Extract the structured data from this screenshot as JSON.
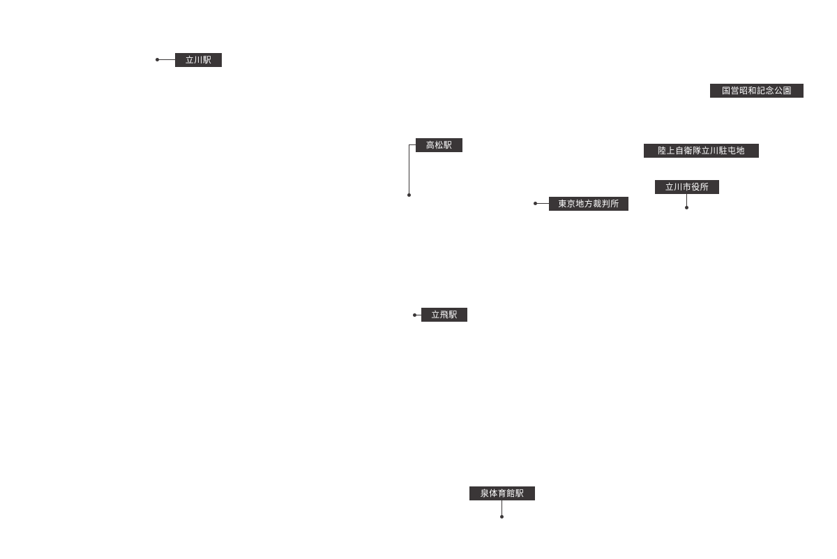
{
  "map": {
    "labels": {
      "tachikawa_station": "立川駅",
      "showa_kinen_park": "国営昭和記念公園",
      "takamatsu_station": "高松駅",
      "jsdf_tachikawa_camp": "陸上自衛隊立川駐屯地",
      "tachikawa_city_hall": "立川市役所",
      "tokyo_district_court": "東京地方裁判所",
      "tachihi_station": "立飛駅",
      "izumi_taiikukan_station": "泉体育館駅"
    },
    "colors": {
      "label_bg": "#3a3637",
      "label_text": "#ffffff",
      "background": "#ffffff"
    }
  }
}
